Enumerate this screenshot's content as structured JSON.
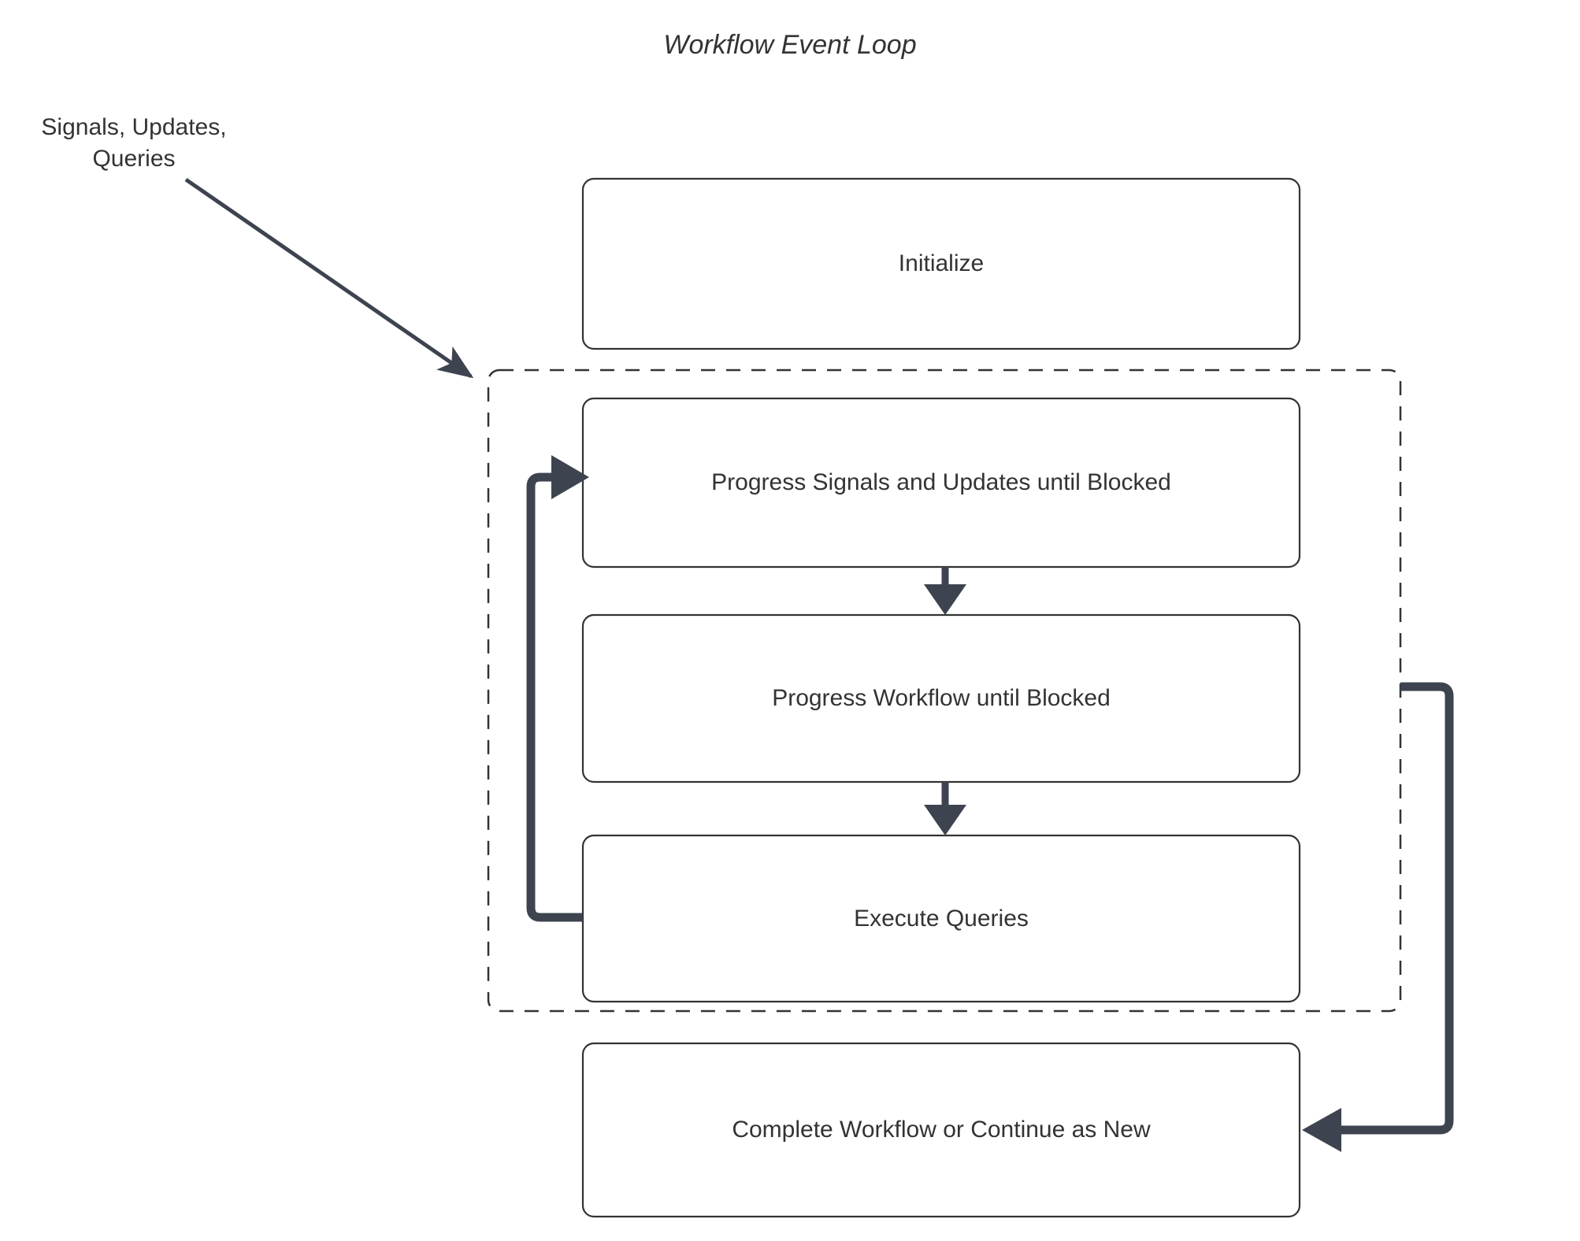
{
  "diagram": {
    "title": "Workflow Event Loop",
    "external_input_label": "Signals, Updates, Queries",
    "colors": {
      "node_border": "#333333",
      "node_fill": "#ffffff",
      "text": "#333333",
      "arrow": "#3d4450",
      "dashed_border": "#333333",
      "background": "#ffffff"
    },
    "nodes": [
      {
        "id": "initialize",
        "label": "Initialize"
      },
      {
        "id": "progress-signals",
        "label": "Progress Signals and Updates until Blocked"
      },
      {
        "id": "progress-workflow",
        "label": "Progress Workflow until Blocked"
      },
      {
        "id": "execute-queries",
        "label": "Execute Queries"
      },
      {
        "id": "complete-workflow",
        "label": "Complete Workflow or Continue as New"
      }
    ],
    "edges": [
      {
        "id": "external-to-loop",
        "from": "external-input-label",
        "to": "event-loop-container",
        "style": "solid-thin-arrow"
      },
      {
        "id": "signals-to-workflow",
        "from": "progress-signals",
        "to": "progress-workflow",
        "style": "solid-arrow"
      },
      {
        "id": "workflow-to-queries",
        "from": "progress-workflow",
        "to": "execute-queries",
        "style": "solid-arrow"
      },
      {
        "id": "queries-loopback",
        "from": "execute-queries",
        "to": "progress-signals",
        "style": "thick-loop-arrow"
      },
      {
        "id": "loop-to-complete",
        "from": "event-loop-container",
        "to": "complete-workflow",
        "style": "thick-arrow"
      }
    ],
    "container": {
      "id": "event-loop-container",
      "style": "dashed",
      "label": ""
    }
  }
}
